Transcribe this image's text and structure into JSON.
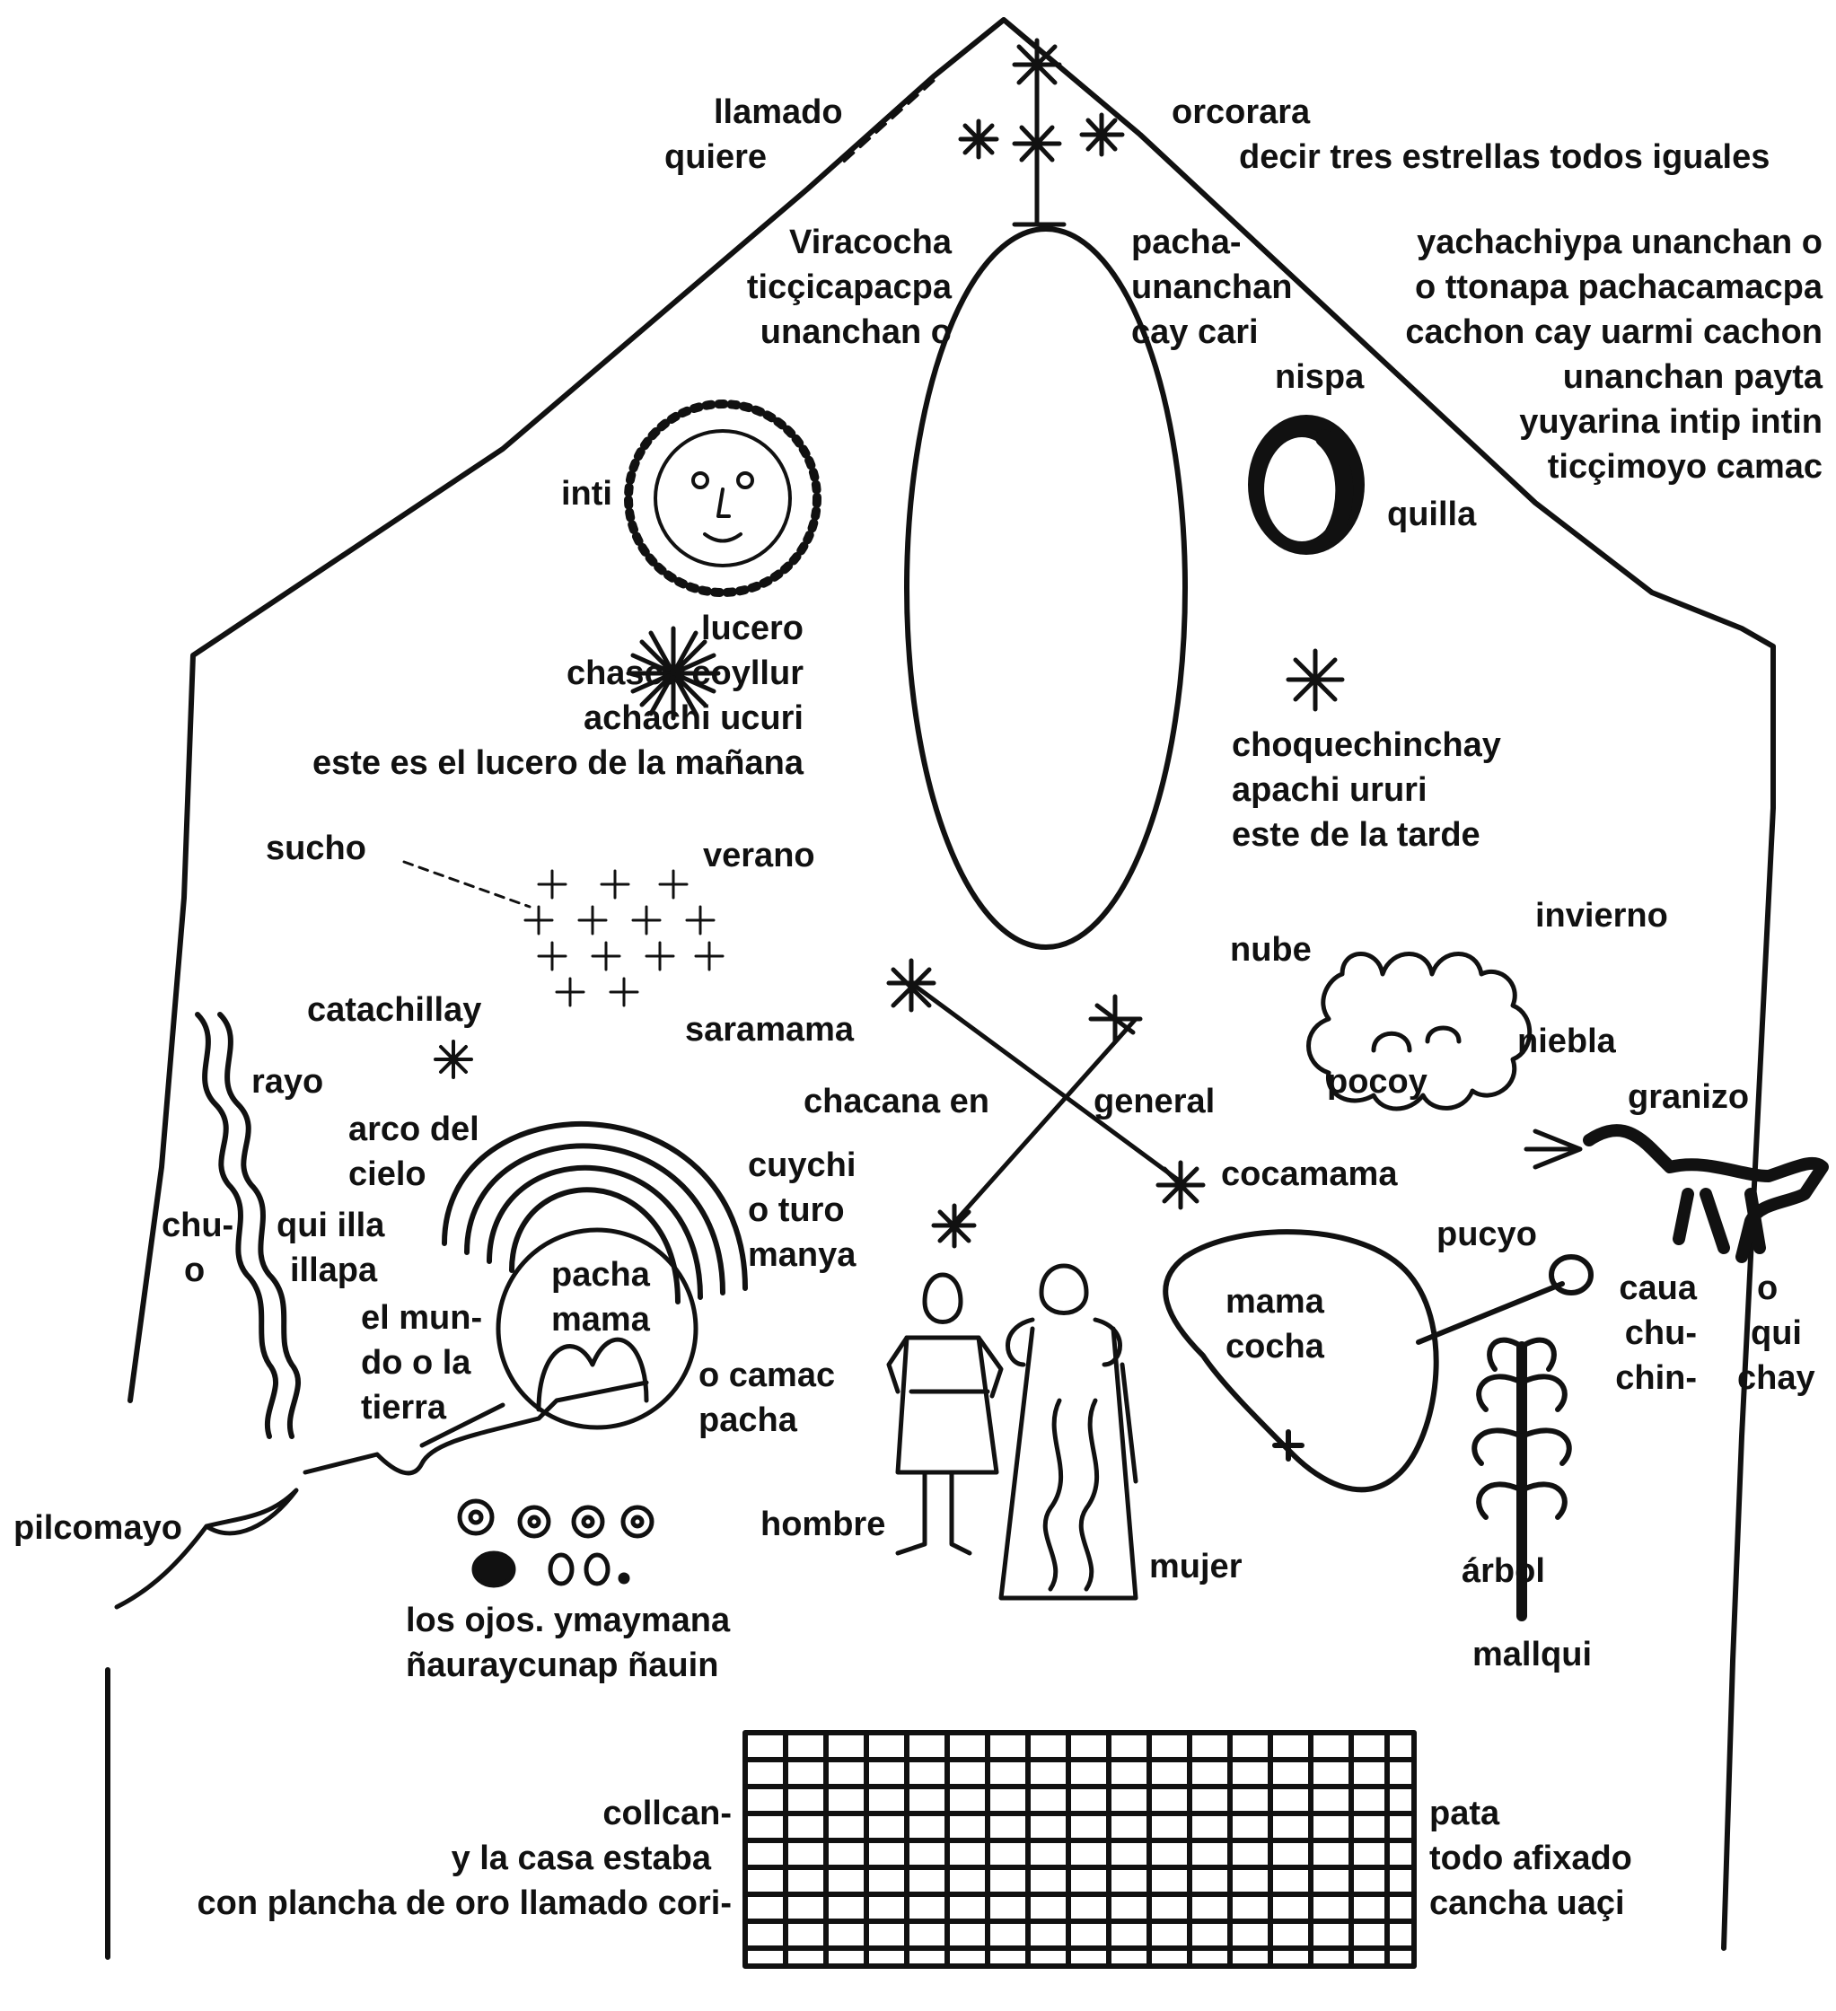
{
  "colors": {
    "ink": "#111111",
    "paper": "#ffffff"
  },
  "labels": {
    "llamado": "llamado",
    "quiere": "quiere",
    "orcorara": "orcorara",
    "tres_estrellas": "decir tres estrellas todos iguales",
    "viracocha": [
      "Viracocha",
      "ticçicapacpa",
      "unanchan o"
    ],
    "pacha_unanchan": [
      "pacha-",
      "unanchan",
      "cay cari",
      "nispa"
    ],
    "yachachiypa": [
      "yachachiypa unanchan o",
      "o ttonapa pachacamacpa",
      "cachon cay uarmi cachon",
      "unanchan payta",
      "yuyarina intip intin",
      "ticçimoyo camac"
    ],
    "inti": "inti",
    "quilla": "quilla",
    "lucero": [
      "lucero",
      "chasca coyllur",
      "achachi ucuri",
      "este es el lucero de la mañana"
    ],
    "choquechinchay": [
      "choquechinchay",
      "apachi ururi",
      "este de la tarde"
    ],
    "sucho": "sucho",
    "verano": "verano",
    "invierno": "invierno",
    "nube": "nube",
    "niebla": "niebla",
    "pocoy": "pocoy",
    "catachillay": "catachillay",
    "saramama": "saramama",
    "rayo": "rayo",
    "chacana_en": "chacana en",
    "general": "general",
    "granizo": "granizo",
    "arco_del_cielo": [
      "arco del",
      "cielo"
    ],
    "cuychi": [
      "cuychi",
      "o turo",
      "manya"
    ],
    "cocamama": "cocamama",
    "chu_o": [
      "chu-",
      "o"
    ],
    "qui_illa": [
      "qui illa",
      "illapa"
    ],
    "pacha_mama": [
      "pacha",
      "mama"
    ],
    "el_mundo": [
      "el mun-",
      "do o la",
      "tierra"
    ],
    "o_camac": [
      "o camac",
      "pacha"
    ],
    "mama_cocha": [
      "mama",
      "cocha"
    ],
    "pucyo": "pucyo",
    "caua": [
      "caua",
      "chu-",
      "chin-"
    ],
    "o_qui_chay": [
      "o",
      "qui",
      "chay"
    ],
    "pilcomayo": "pilcomayo",
    "hombre": "hombre",
    "mujer": "mujer",
    "arbol": "árbol",
    "mallqui": "mallqui",
    "ojos": [
      "los ojos. ymaymana",
      "ñauraycunap ñauin"
    ],
    "collcan": [
      "collcan-",
      "y la casa estaba",
      "con plancha de oro llamado cori-"
    ],
    "pata": [
      "pata",
      "todo afixado",
      "cancha uaçi"
    ]
  }
}
